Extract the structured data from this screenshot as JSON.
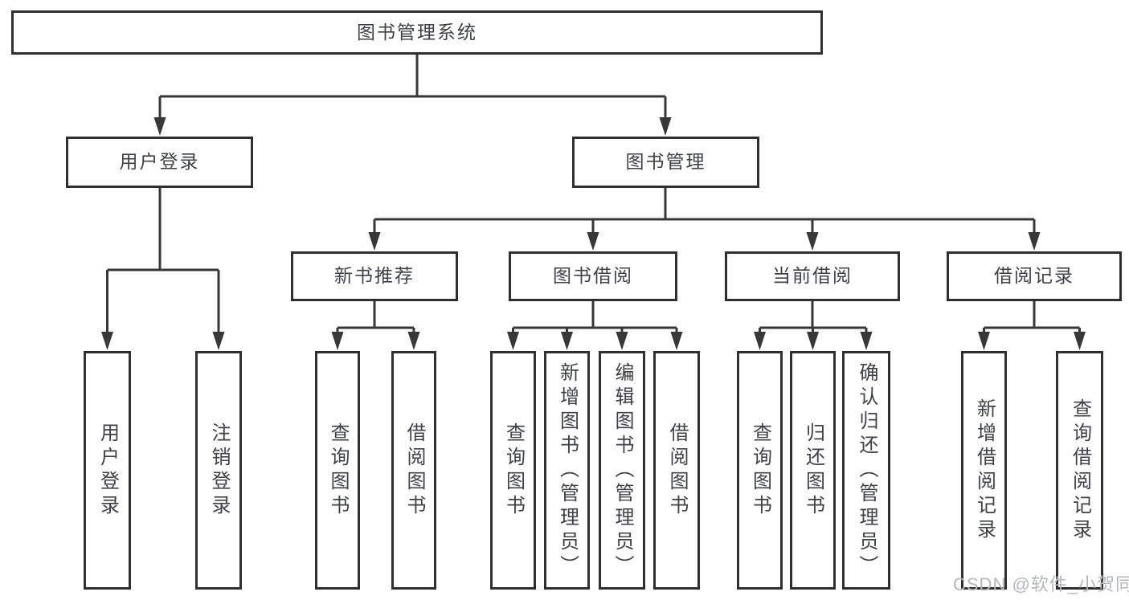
{
  "tree": {
    "label": "图书管理系统",
    "children": [
      {
        "label": "用户登录",
        "children": [
          {
            "label": "用户登录"
          },
          {
            "label": "注销登录"
          }
        ]
      },
      {
        "label": "图书管理",
        "children": [
          {
            "label": "新书推荐",
            "children": [
              {
                "label": "查询图书"
              },
              {
                "label": "借阅图书"
              }
            ]
          },
          {
            "label": "图书借阅",
            "children": [
              {
                "label": "查询图书"
              },
              {
                "label": "新增图书（管理员）"
              },
              {
                "label": "编辑图书（管理员）"
              },
              {
                "label": "借阅图书"
              }
            ]
          },
          {
            "label": "当前借阅",
            "children": [
              {
                "label": "查询图书"
              },
              {
                "label": "归还图书"
              },
              {
                "label": "确认归还（管理员）"
              }
            ]
          },
          {
            "label": "借阅记录",
            "children": [
              {
                "label": "新增借阅记录"
              },
              {
                "label": "查询借阅记录"
              }
            ]
          }
        ]
      }
    ]
  },
  "watermark": {
    "text": "CSDN @软件_小贺同学"
  },
  "colors": {
    "line": "#383838",
    "box_border": "#2f2f2f",
    "text": "#3e4246",
    "watermark": "#b4b8bb",
    "background": "#ffffff"
  }
}
